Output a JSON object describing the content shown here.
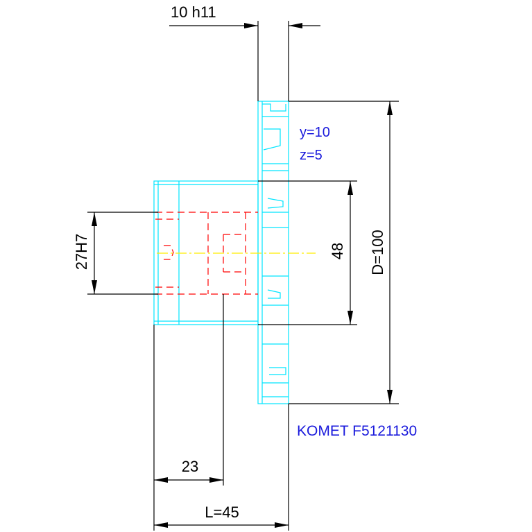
{
  "dimensions": {
    "slot_width": "10 h11",
    "bore": "27H7",
    "hub_diameter": "48",
    "outer_diameter": "D=100",
    "hub_offset": "23",
    "length": "L=45"
  },
  "parameters": {
    "y": "y=10",
    "z": "z=5"
  },
  "product_label": "KOMET F5121130",
  "colors": {
    "dimension_lines": "#000000",
    "tool_outline": "#00e5ff",
    "hidden_bore": "#ff0000",
    "center_line": "#ffee00",
    "annotation_text": "#1a1adc"
  }
}
